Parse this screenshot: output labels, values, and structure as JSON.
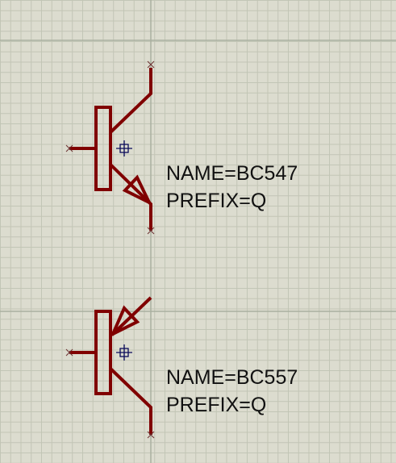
{
  "colors": {
    "background": "#dcdccf",
    "grid_minor": "#c2c5b5",
    "grid_major": "#aab0a0",
    "component": "#800000",
    "origin_marker": "#0a0a5a",
    "pin_marker": "#6a3030",
    "text": "#111111"
  },
  "components": [
    {
      "kind": "npn-transistor",
      "name_label": "NAME=BC547",
      "prefix_label": "PREFIX=Q"
    },
    {
      "kind": "pnp-transistor",
      "name_label": "NAME=BC557",
      "prefix_label": "PREFIX=Q"
    }
  ]
}
